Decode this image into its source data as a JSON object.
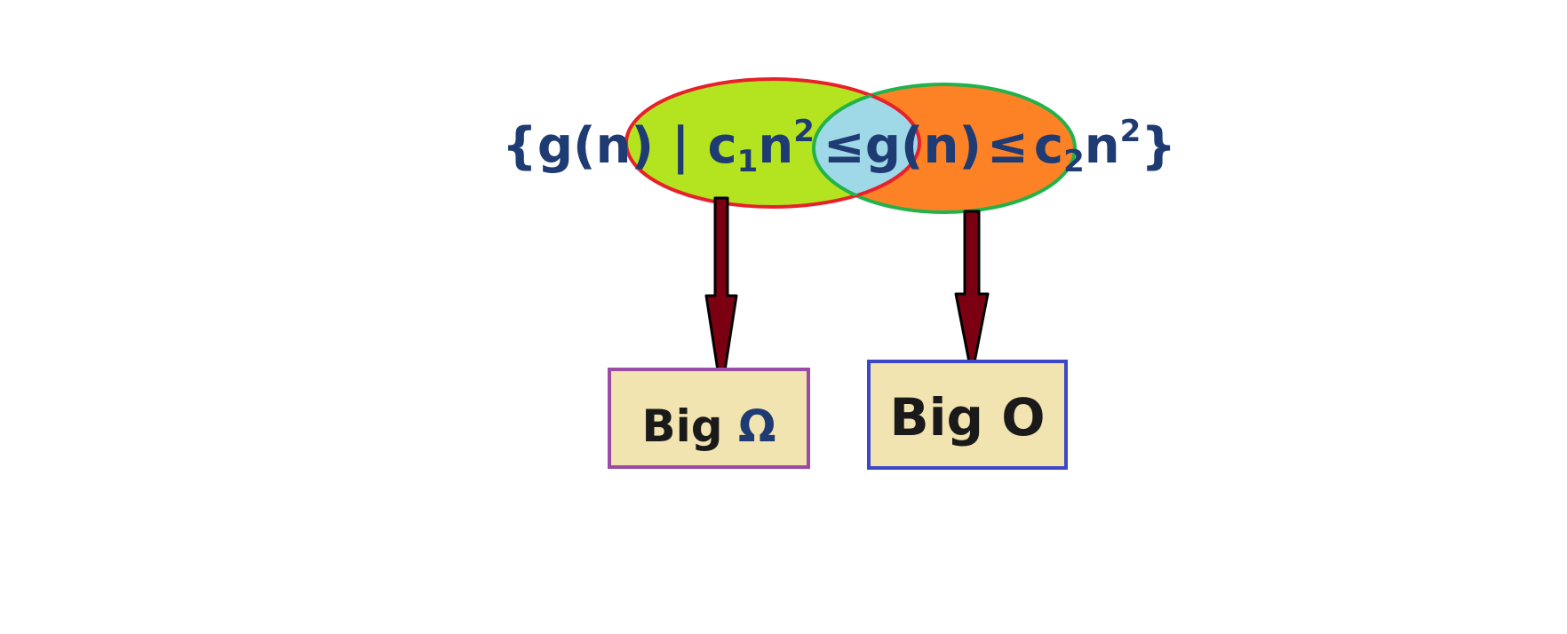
{
  "formula": {
    "open_brace": "{",
    "gn_left": "g(n)",
    "bar": "|",
    "c1": "c",
    "c1_sub": "1",
    "n_left": "n",
    "sq_left": "2",
    "le_left": "≤",
    "gn_mid": "g(n)",
    "le_right": "≤",
    "c2": "c",
    "c2_sub": "2",
    "n_right": "n",
    "sq_right": "2",
    "close_brace": "}"
  },
  "boxes": {
    "omega": {
      "prefix": "Big ",
      "symbol": "Ω"
    },
    "o": {
      "label": "Big O"
    }
  },
  "colors": {
    "formula_text": "#1f3b73",
    "left_ellipse_fill": "#b3e41f",
    "left_ellipse_stroke": "#e8202a",
    "right_ellipse_fill": "#fd8225",
    "right_ellipse_stroke": "#22b24c",
    "overlap_fill": "#9fd9e8",
    "arrow_fill": "#7b0012",
    "arrow_stroke": "#000000",
    "box_fill": "#f1e4b0",
    "omega_box_stroke": "#9b4ba6",
    "o_box_stroke": "#3d48c8",
    "box_text": "#1a1a1a",
    "omega_symbol": "#1f3b73"
  }
}
